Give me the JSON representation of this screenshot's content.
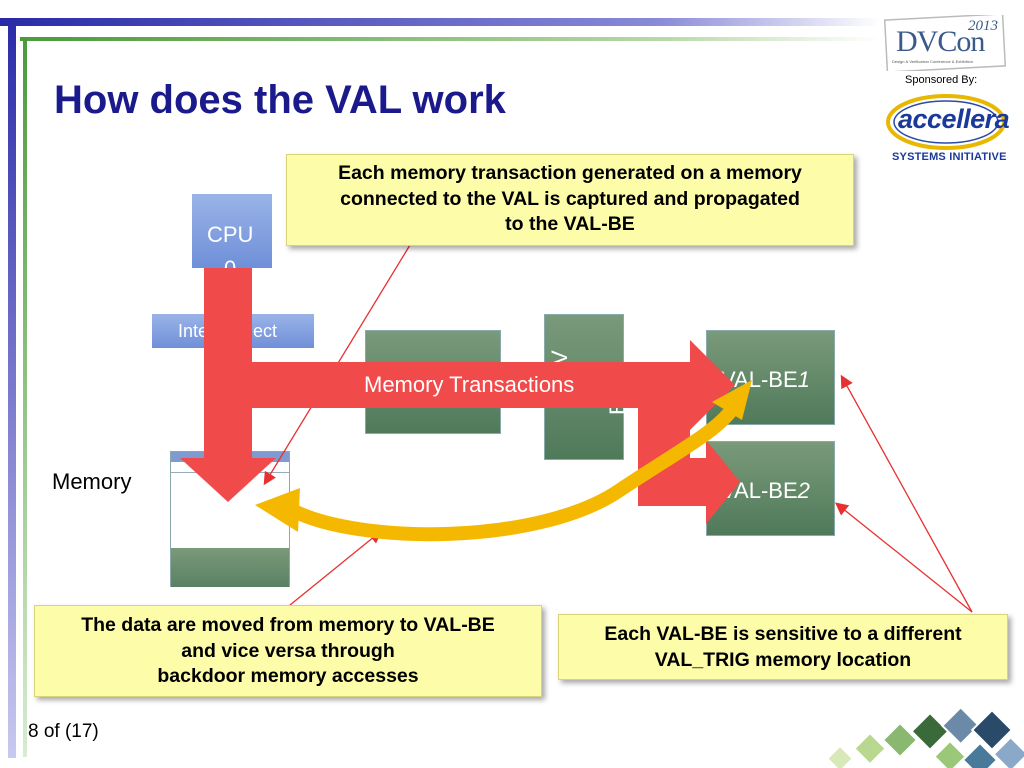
{
  "slide": {
    "title": "How does the VAL work",
    "page_number": "8 of (17)"
  },
  "logos": {
    "dvcon": {
      "text": "DVCon",
      "year": "2013",
      "tagline": "Design & Verification Conference & Exhibition"
    },
    "sponsored_by": "Sponsored By:",
    "accellera": {
      "text": "accellera",
      "subtitle": "SYSTEMS INITIATIVE"
    }
  },
  "diagram": {
    "cpu_label": "CPU",
    "cpu_sub": "0",
    "interconnect_label": "Interconnect",
    "memory_label": "Memory",
    "be_box_label": "BE",
    "be_box_prefix": "V",
    "val_be1": {
      "prefix": "VAL-BE",
      "index": "1"
    },
    "val_be2": {
      "prefix": "VAL-BE",
      "index": "2"
    },
    "arrow_label": "Memory Transactions"
  },
  "callouts": {
    "top": [
      "Each memory transaction generated on a memory",
      "connected to the VAL is captured and propagated",
      "to the VAL-BE"
    ],
    "bottom_left": [
      "The data are moved from memory to VAL-BE",
      "and vice versa through",
      "backdoor memory accesses"
    ],
    "bottom_right": [
      "Each VAL-BE is sensitive to a different",
      "VAL_TRIG memory location"
    ]
  },
  "colors": {
    "title": "#1a1a8c",
    "red_arrow": "#f04a4a",
    "yellow_arrow": "#f5b800",
    "callout_bg": "#fdfca8",
    "left_bar_blue": "#2a2aa8",
    "left_bar_green": "#4a9a3a"
  }
}
